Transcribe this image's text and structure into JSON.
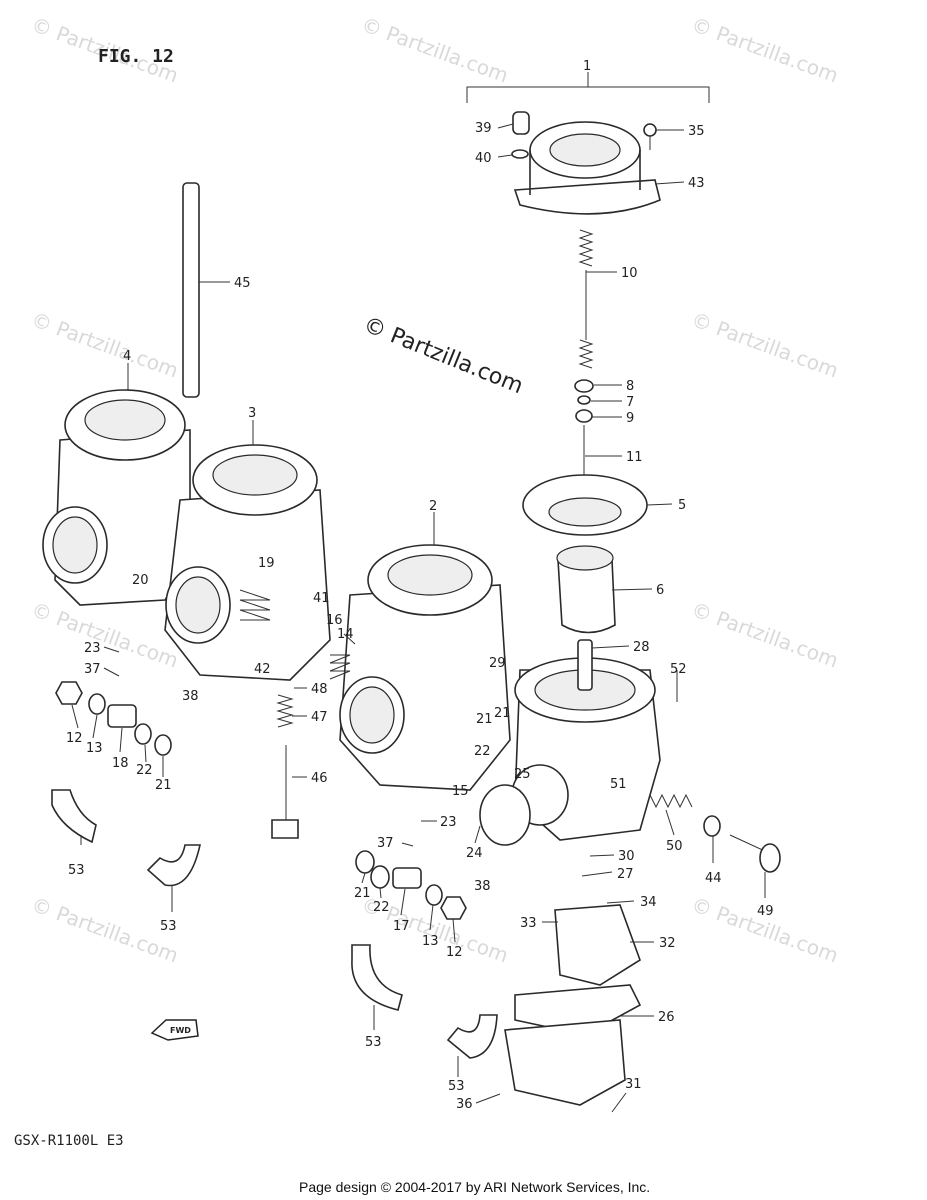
{
  "figure_title": "FIG. 12",
  "model_code": "GSX-R1100L E3",
  "watermark": "© Partzilla.com",
  "watermark_short": "Partzilla.com",
  "copyright_center": "© Partzilla.com",
  "fwd_badge": "FWD",
  "footer": "Page design © 2004-2017 by ARI Network Services, Inc.",
  "callouts": {
    "c1": "1",
    "c2": "2",
    "c3": "3",
    "c4": "4",
    "c5": "5",
    "c6": "6",
    "c7": "7",
    "c8": "8",
    "c9": "9",
    "c10": "10",
    "c11": "11",
    "c12a": "12",
    "c12b": "12",
    "c13a": "13",
    "c13b": "13",
    "c14": "14",
    "c15": "15",
    "c16": "16",
    "c17": "17",
    "c18": "18",
    "c19": "19",
    "c20": "20",
    "c21a": "21",
    "c21b": "21",
    "c21c": "21",
    "c21d": "21",
    "c22a": "22",
    "c22b": "22",
    "c22c": "22",
    "c23a": "23",
    "c23b": "23",
    "c24": "24",
    "c25": "25",
    "c26": "26",
    "c27": "27",
    "c28": "28",
    "c29": "29",
    "c30": "30",
    "c31": "31",
    "c32": "32",
    "c33": "33",
    "c34": "34",
    "c35": "35",
    "c36": "36",
    "c37a": "37",
    "c37b": "37",
    "c38a": "38",
    "c38b": "38",
    "c39": "39",
    "c40": "40",
    "c41": "41",
    "c42": "42",
    "c43": "43",
    "c44": "44",
    "c45": "45",
    "c46": "46",
    "c47": "47",
    "c48": "48",
    "c49": "49",
    "c50": "50",
    "c51": "51",
    "c52": "52",
    "c53a": "53",
    "c53b": "53",
    "c53c": "53",
    "c53d": "53"
  }
}
